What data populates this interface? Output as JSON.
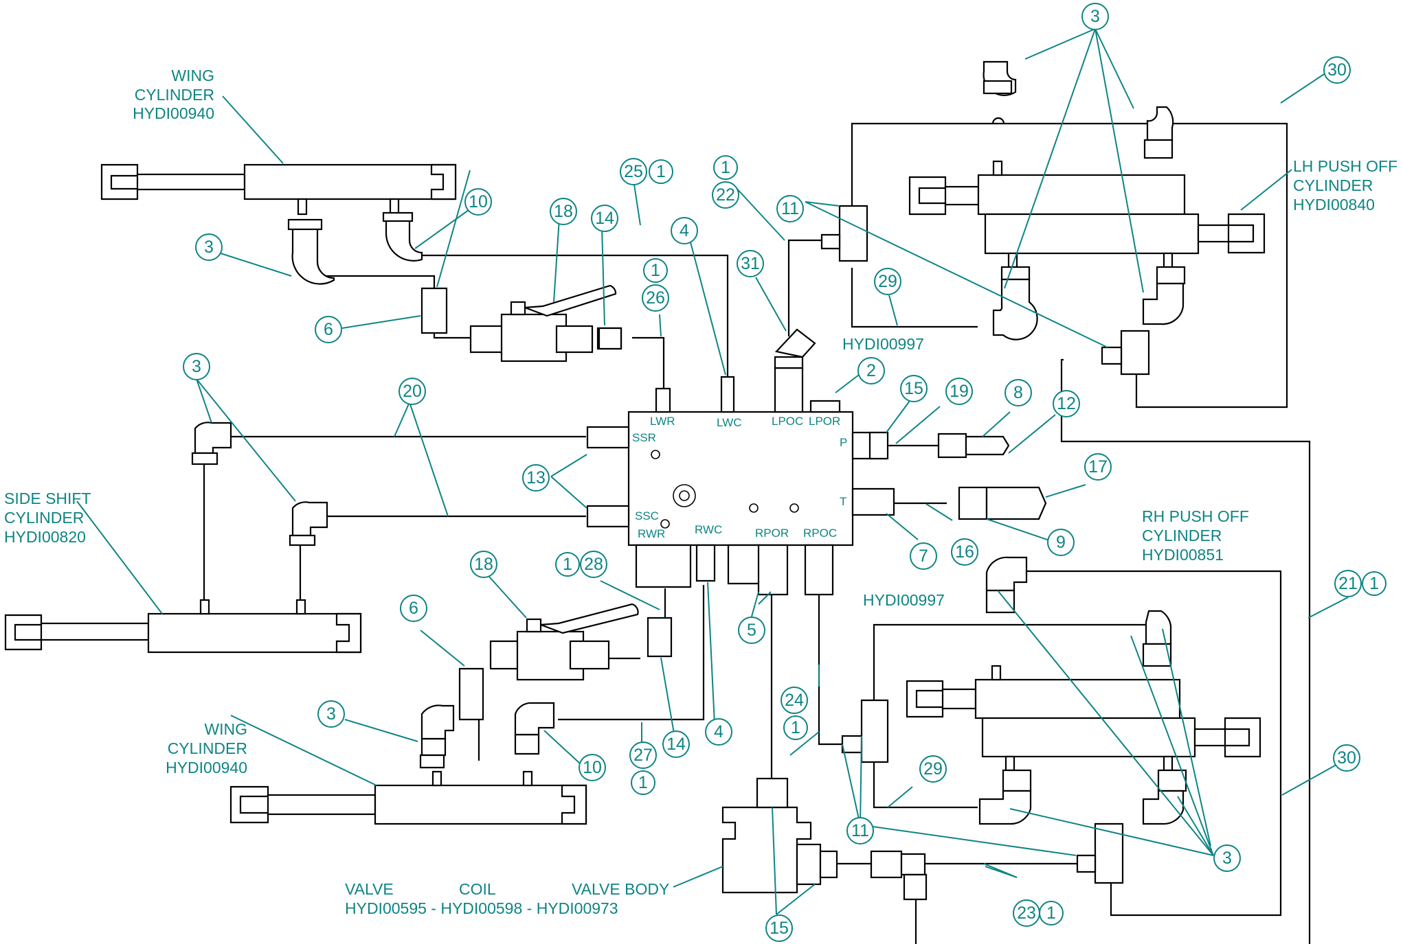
{
  "diagram": {
    "labels": {
      "wing_top_1": "WING",
      "wing_top_2": "CYLINDER",
      "wing_top_3": "HYDI00940",
      "side_shift_1": "SIDE SHIFT",
      "side_shift_2": "CYLINDER",
      "side_shift_3": "HYDI00820",
      "wing_bot_1": "WING",
      "wing_bot_2": "CYLINDER",
      "wing_bot_3": "HYDI00940",
      "lh_push_1": "LH PUSH OFF",
      "lh_push_2": "CYLINDER",
      "lh_push_3": "HYDI00840",
      "rh_push_1": "RH PUSH OFF",
      "rh_push_2": "CYLINDER",
      "rh_push_3": "HYDI00851",
      "hyd_top": "HYDI00997",
      "hyd_mid": "HYDI00997",
      "valve_hdr_1": "VALVE",
      "valve_hdr_2": "COIL",
      "valve_hdr_3": "VALVE BODY",
      "valve_parts": "HYDI00595 - HYDI00598 - HYDI00973"
    },
    "ports": {
      "lwr": "LWR",
      "lwc": "LWC",
      "lpoc": "LPOC",
      "lpor": "LPOR",
      "ssr": "SSR",
      "ssc": "SSC",
      "p": "P",
      "t": "T",
      "rwr": "RWR",
      "rwc": "RWC",
      "rpor": "RPOR",
      "rpoc": "RPOC"
    },
    "balloons": {
      "b1": "3",
      "b2": "30",
      "b3": "1",
      "b4": "22",
      "b5": "25",
      "b6": "1",
      "b7": "10",
      "b8": "18",
      "b9": "14",
      "b10": "4",
      "b11": "11",
      "b12": "3",
      "b13": "1",
      "b14": "26",
      "b15": "31",
      "b16": "29",
      "b17": "6",
      "b18": "3",
      "b19": "20",
      "b20": "2",
      "b21": "15",
      "b22": "19",
      "b23": "8",
      "b24": "12",
      "b25": "13",
      "b26": "17",
      "b27": "9",
      "b28": "7",
      "b29": "16",
      "b30": "21",
      "b31": "1",
      "b32": "1",
      "b33": "28",
      "b34": "18",
      "b35": "6",
      "b36": "5",
      "b37": "24",
      "b38": "1",
      "b39": "3",
      "b40": "14",
      "b41": "4",
      "b42": "10",
      "b43": "27",
      "b44": "1",
      "b45": "29",
      "b46": "30",
      "b47": "11",
      "b48": "3",
      "b49": "23",
      "b50": "1",
      "b51": "15"
    }
  },
  "colors": {
    "annotation": "#0e8484",
    "line": "#000000"
  }
}
